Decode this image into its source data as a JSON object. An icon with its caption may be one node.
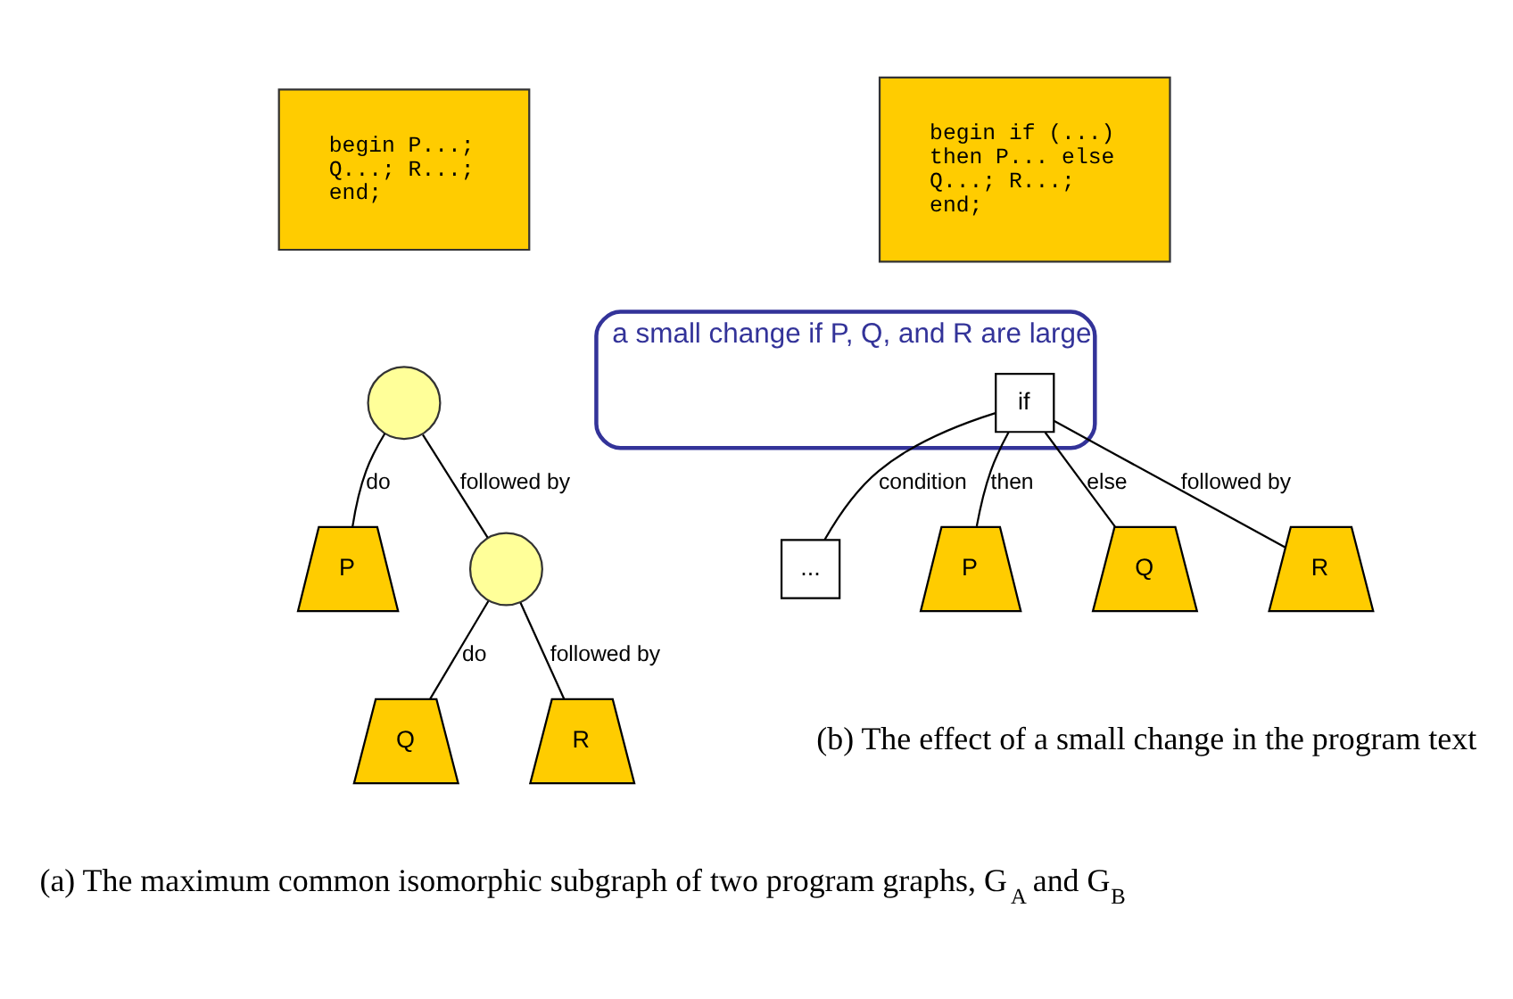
{
  "diagram": {
    "nodes": [
      {
        "text": [
          "begin P...; Q...; R...; end;"
        ]
      },
      {
        "text": [],
        "shape": "circle"
      },
      {
        "text": [
          "P"
        ]
      },
      {
        "text": [],
        "shape": "circle"
      },
      {
        "text": [
          "Q"
        ]
      },
      {
        "text": [
          "R"
        ]
      },
      {
        "text": [
          "begin if (...) then P... else Q...; R...; end;"
        ]
      },
      {
        "text": [
          "a small change if P, Q, and R are large"
        ]
      },
      {
        "text": [
          "if"
        ],
        "in": 7
      },
      {
        "text": [
          "..."
        ]
      },
      {
        "text": [
          "P"
        ]
      },
      {
        "text": [
          "Q"
        ]
      },
      {
        "text": [
          "R"
        ]
      }
    ],
    "edges": [
      {
        "from": 1,
        "to": 2,
        "arrow": "none",
        "label": "do"
      },
      {
        "from": 1,
        "to": 3,
        "arrow": "none",
        "label": "followed by"
      },
      {
        "from": 3,
        "to": 4,
        "arrow": "none",
        "label": "do"
      },
      {
        "from": 3,
        "to": 5,
        "arrow": "none",
        "label": "followed by"
      },
      {
        "from": 8,
        "to": 9,
        "arrow": "none",
        "label": "condition"
      },
      {
        "from": 8,
        "to": 10,
        "arrow": "none",
        "label": "then"
      },
      {
        "from": 8,
        "to": 11,
        "arrow": "none",
        "label": "else"
      },
      {
        "from": 8,
        "to": 12,
        "arrow": "none",
        "label": "followed by"
      }
    ],
    "labels": [
      "(a) The maximum common isomorphic subgraph of two program graphs, G$_{A}$ and G$_{B}$",
      "(b) The effect of a small change in the program text"
    ]
  }
}
